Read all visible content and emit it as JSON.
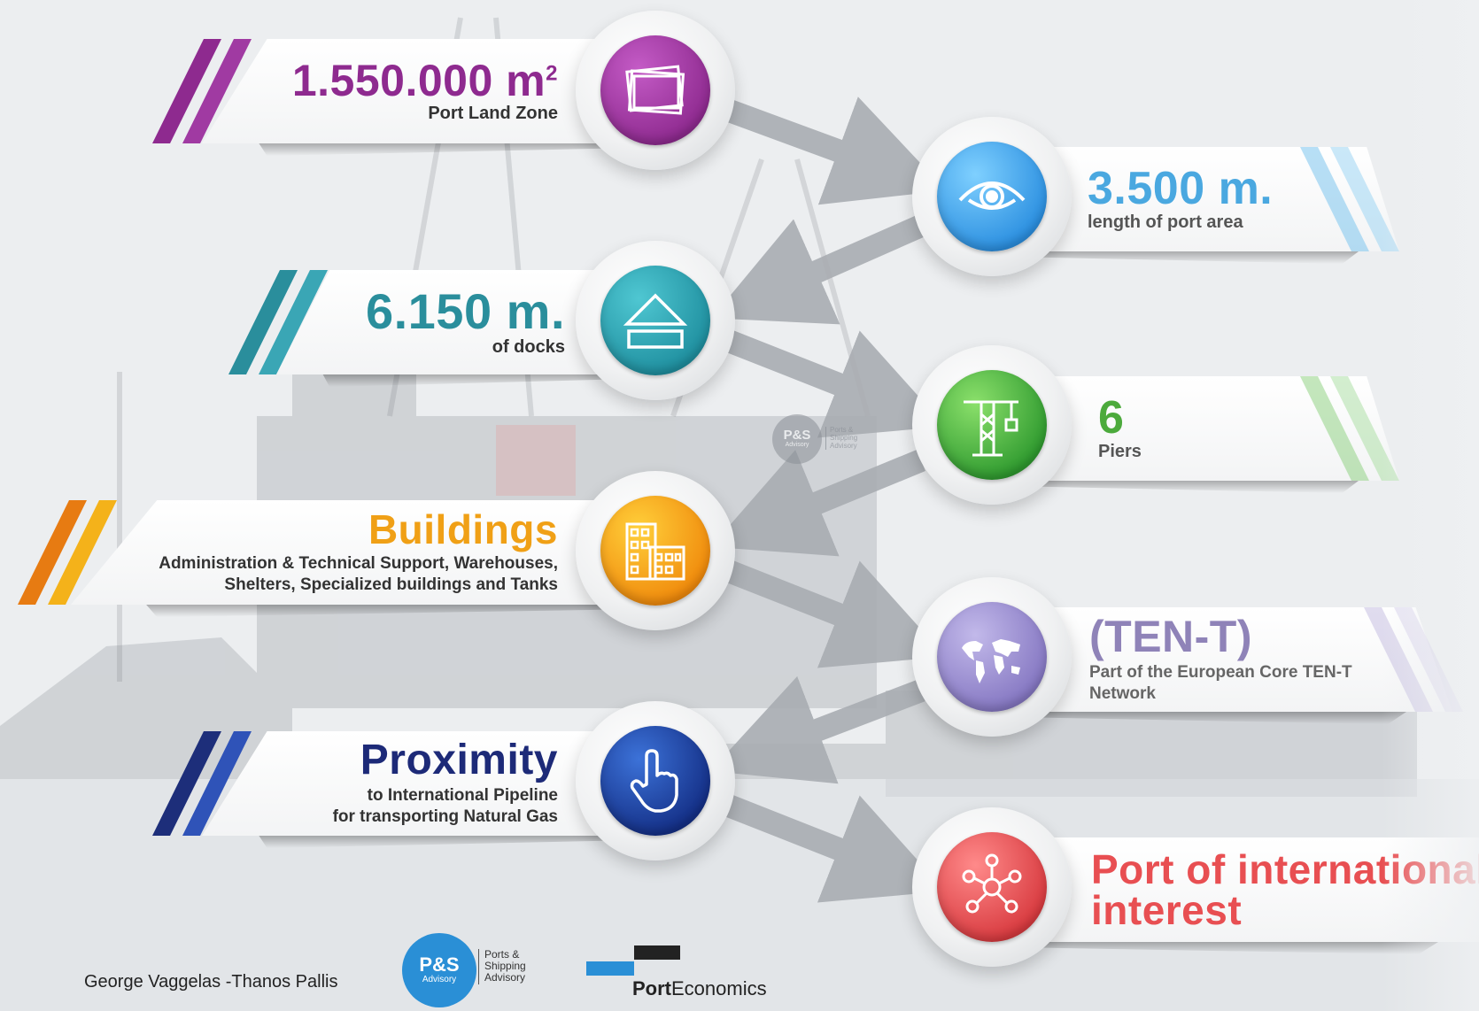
{
  "colors": {
    "purple": "#8e2a8f",
    "light_blue": "#4aa8e0",
    "teal": "#2a8e9c",
    "green": "#4caa3c",
    "orange": "#f0a016",
    "lavender": "#8f83b8",
    "navy": "#213a87",
    "red": "#e84f52"
  },
  "items": [
    {
      "value": "1.550.000 m",
      "sup": "2",
      "label": "Port Land Zone",
      "label2": "",
      "icon": "frames-icon"
    },
    {
      "value": "3.500 m.",
      "label": "length of port area",
      "label2": "",
      "icon": "eye-icon"
    },
    {
      "value": "6.150 m.",
      "label": "of docks",
      "label2": "",
      "icon": "dock-icon"
    },
    {
      "value": "6",
      "label": "Piers",
      "label2": "",
      "icon": "crane-icon"
    },
    {
      "value": "Buildings",
      "label": "Administration & Technical Support, Warehouses,",
      "label2": "Shelters, Specialized buildings and Tanks",
      "icon": "buildings-icon"
    },
    {
      "value": "(TEN-T)",
      "label": "Part of the European Core TEN-T",
      "label2": "Network",
      "icon": "world-map-icon"
    },
    {
      "value": "Proximity",
      "label": "to International Pipeline",
      "label2": "for transporting Natural Gas",
      "icon": "pointing-hand-icon"
    },
    {
      "value": "Port of international",
      "label": "interest",
      "label2": "",
      "icon": "network-icon"
    }
  ],
  "watermark": {
    "brand": "P&S",
    "sub": "Advisory",
    "line1": "Ports &",
    "line2": "Shipping",
    "line3": "Advisory"
  },
  "footer": {
    "author": "George Vaggelas -Thanos Pallis",
    "ps_brand": "P&S",
    "ps_sub": "Advisory",
    "ps_line1": "Ports &",
    "ps_line2": "Shipping",
    "ps_line3": "Advisory",
    "port_economics_bold": "Port",
    "port_economics_rest": "Economics"
  }
}
